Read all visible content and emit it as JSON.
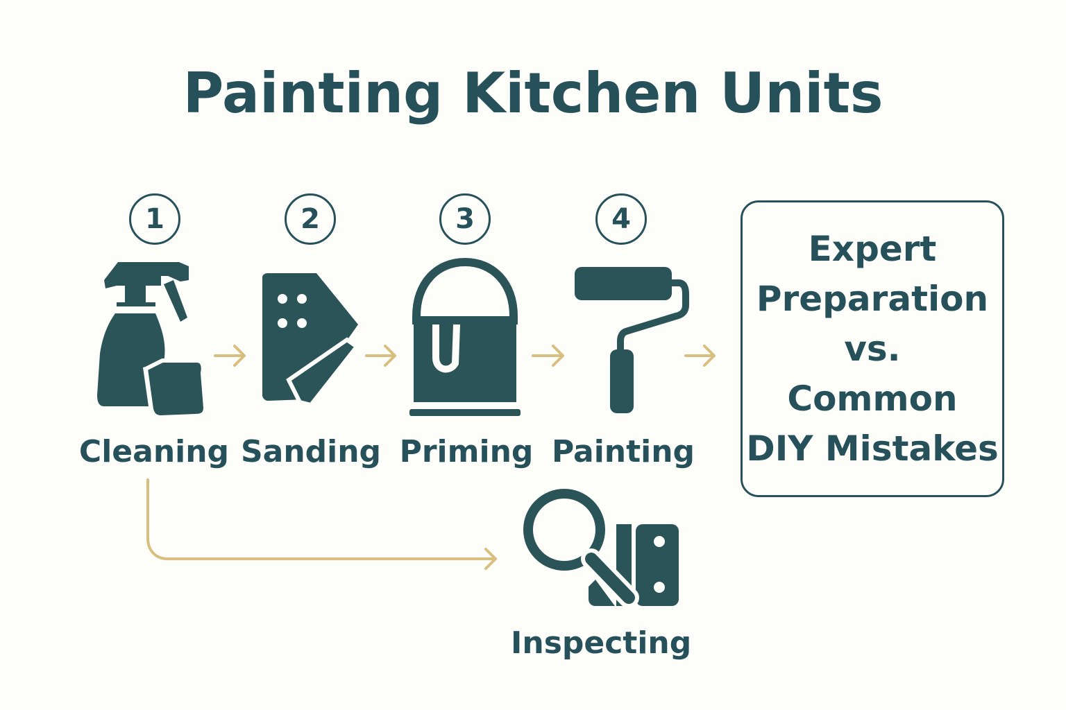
{
  "title": "Painting Kitchen Units",
  "steps": [
    {
      "number": "1",
      "label": "Cleaning",
      "icon": "spray-bottle-cloth-icon"
    },
    {
      "number": "2",
      "label": "Sanding",
      "icon": "sanding-block-icon"
    },
    {
      "number": "3",
      "label": "Priming",
      "icon": "paint-bucket-icon"
    },
    {
      "number": "4",
      "label": "Painting",
      "icon": "paint-roller-icon"
    }
  ],
  "inspect": {
    "label": "Inspecting",
    "icon": "magnifier-cabinet-icon"
  },
  "callout": {
    "lines": [
      "Expert",
      "Preparation",
      "vs.",
      "Common",
      "DIY Mistakes"
    ]
  },
  "colors": {
    "primary": "#26505a",
    "arrow": "#d9bf7f",
    "background": "#fdfdf9"
  }
}
